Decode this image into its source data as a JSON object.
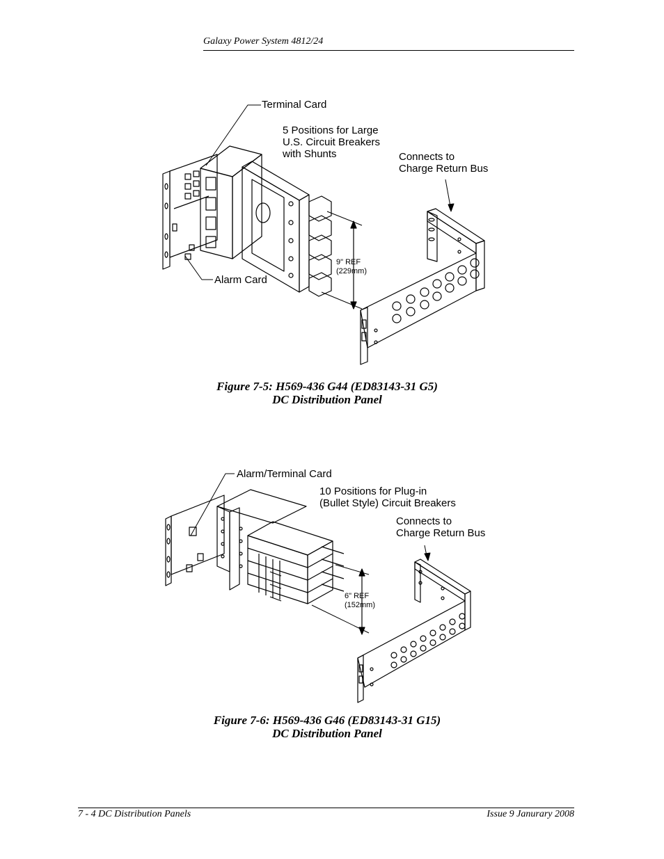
{
  "header": {
    "title": "Galaxy Power System 4812/24"
  },
  "figure_1": {
    "callouts": {
      "terminal_card": "Terminal Card",
      "positions": "5 Positions for Large\nU.S. Circuit Breakers\nwith Shunts",
      "connects": "Connects to\nCharge Return Bus",
      "alarm_card": "Alarm Card",
      "dimension": "9\" REF\n(229mm)"
    },
    "caption_line1": "Figure 7-5: H569-436 G44 (ED83143-31 G5)",
    "caption_line2": "DC Distribution Panel"
  },
  "figure_2": {
    "callouts": {
      "alarm_terminal_card": "Alarm/Terminal Card",
      "positions": "10 Positions for Plug-in\n(Bullet Style) Circuit Breakers",
      "connects": "Connects to\nCharge Return Bus",
      "dimension": "6\" REF\n(152mm)"
    },
    "caption_line1": "Figure 7-6: H569-436 G46 (ED83143-31 G15)",
    "caption_line2": "DC Distribution Panel"
  },
  "footer": {
    "left": "7 - 4  DC Distribution Panels",
    "right": "Issue 9 Janurary 2008"
  }
}
